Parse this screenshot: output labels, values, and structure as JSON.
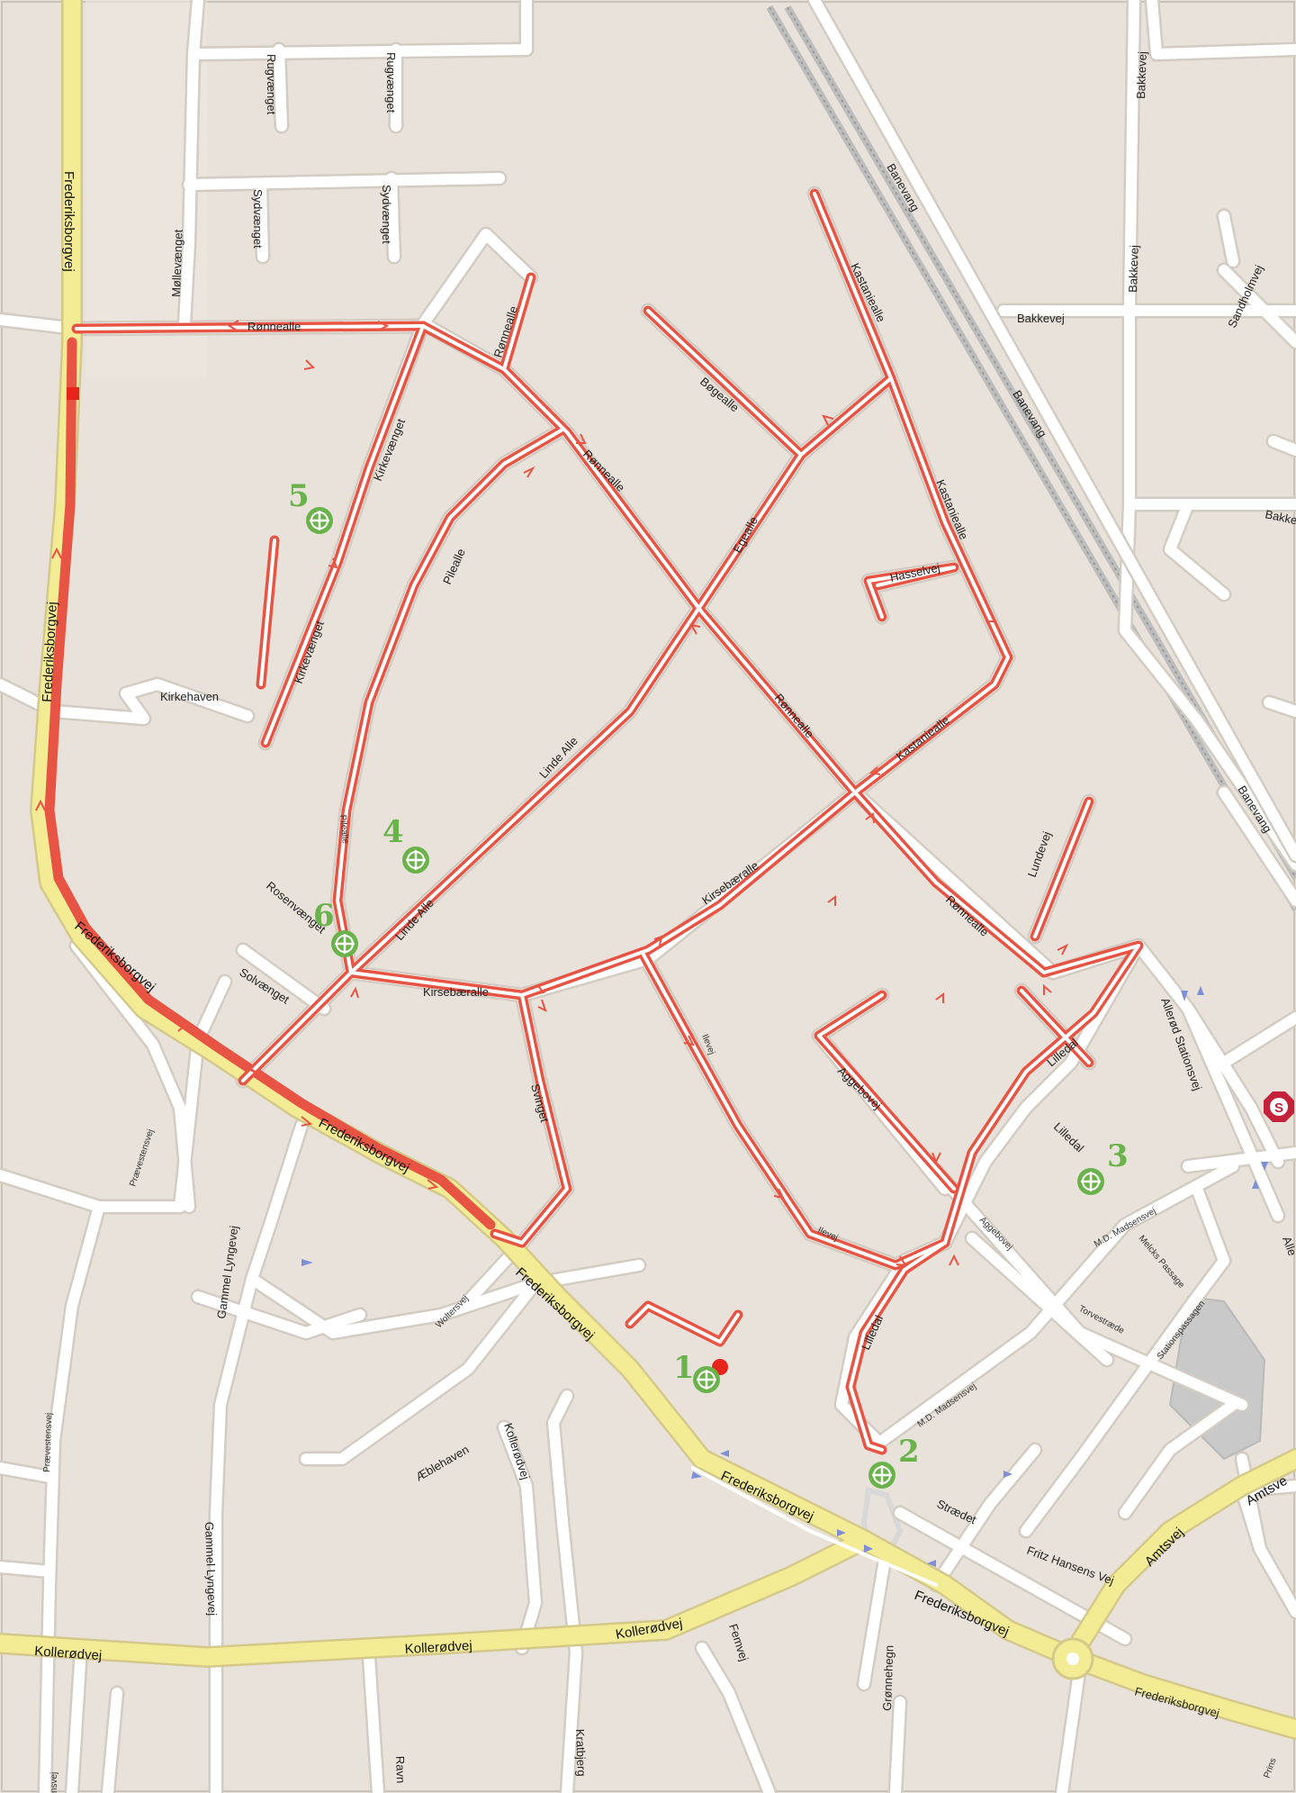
{
  "map": {
    "colors": {
      "land": "#e8e2da",
      "minor_road": "#ffffff",
      "road_casing": "#cfc8bf",
      "major_road": "#f3ec94",
      "major_casing": "#d4c98a",
      "route": "#e85443",
      "marker": "#6ab34a",
      "railway": "#b4b4b4",
      "parking": "#c8c8c8",
      "station_badge": "#c4223a"
    },
    "streets": {
      "frederiksborgvej_top": "Frederiksborgvej",
      "frederiksborgvej_left": "Frederiksborgvej",
      "frederiksborgvej_diag": "Frederiksborgvej",
      "frederiksborgvej_lower": "Frederiksborgvej",
      "frederiksborgvej_bottom": "Frederiksborgvej",
      "frederiksborgvej_far": "Frederiksborgvej",
      "frederiksborgvej_end": "Frederiksborgvej",
      "rugvaenget_1": "Rugvænget",
      "rugvaenget_2": "Rugvænget",
      "sydvaenget_1": "Sydvænget",
      "sydvaenget_2": "Sydvænget",
      "mollevaenget": "Møllevænget",
      "ronnealle_top": "Rønnealle",
      "ronnealle_short": "Rønnealle",
      "ronnealle_mid": "Rønnealle",
      "ronnealle_diag": "Rønnealle",
      "ronnealle_lower": "Rønnealle",
      "kirkevaenget_top": "Kirkevænget",
      "kirkevaenget_bottom": "Kirkevænget",
      "kirkehaven": "Kirkehaven",
      "pilealle_top": "Pilealle",
      "pilealle_bottom": "Pilealle",
      "bogealle": "Bøgealle",
      "egealle": "Egealle",
      "kastaniealle_top": "Kastaniealle",
      "kastaniealle_mid": "Kastaniealle",
      "kastaniealle_low": "Kastaniealle",
      "hasselvej": "Hasselvej",
      "linde_alle_1": "Linde Alle",
      "linde_alle_2": "Linde Alle",
      "kirsebaeralle_1": "Kirsebæralle",
      "kirsebaeralle_2": "Kirsebæralle",
      "rosenvaenget": "Rosenvænget",
      "solvaenget": "Solvænget",
      "svinget": "Svinget",
      "ilevej_1": "Ilevej",
      "ilevej_2": "Ilevej",
      "aggebovej_1": "Aggebovej",
      "aggebovej_2": "Aggebovej",
      "lundevej": "Lundevej",
      "lilledal_1": "Lilledal",
      "lilledal_2": "Lilledal",
      "lilledal_3": "Lilledal",
      "allerod_stationsvej": "Allerød Stationsvej",
      "md_madsensvej_1": "M.D. Madsensvej",
      "md_madsensvej_2": "M.D. Madsensvej",
      "melcks_passage": "Melcks Passage",
      "torvestraede": "Torvestræde",
      "stationspassagen": "Stationspassagen",
      "straedet": "Strædet",
      "fritz_hansens_vej": "Fritz Hansens Vej",
      "amtsvej_1": "Amtsvej",
      "amtsvej_2": "Amtsve",
      "kollerodvej_1": "Kollerødvej",
      "kollerodvej_2": "Kollerødvej",
      "kollerodvej_3": "Kollerødvej",
      "kollerodvej_vert": "Kollerødvej",
      "aeblehaven": "Æblehaven",
      "femvej": "Femvej",
      "gronnehegn": "Grønnehegn",
      "krathbjerg": "Kratbjerg",
      "gammel_lyngevej_1": "Gammel Lyngevej",
      "gammel_lyngevej_2": "Gammel Lyngevej",
      "praestevej_1": "Prævestensvej",
      "praestevej_2": "Prævestensvej",
      "woltersvej": "Woltersvej",
      "banevang_1": "Banevang",
      "banevang_2": "Banevang",
      "banevang_3": "Banevang",
      "bakkevej_1": "Bakkevej",
      "bakkevej_2": "Bakkevej",
      "bakkevej_3": "Bakkevej",
      "bakkevej_4": "Bakke",
      "sandholmvej": "Sandholmvej",
      "prins": "Prins",
      "alle_edge": "Alle",
      "ravn_edge": "Ravn",
      "edge_left": "nsvej"
    },
    "markers": [
      {
        "label": "1",
        "icon": "crosshair-circle-icon"
      },
      {
        "label": "2",
        "icon": "crosshair-circle-icon"
      },
      {
        "label": "3",
        "icon": "crosshair-circle-icon"
      },
      {
        "label": "4",
        "icon": "crosshair-circle-icon"
      },
      {
        "label": "5",
        "icon": "crosshair-circle-icon"
      },
      {
        "label": "6",
        "icon": "crosshair-circle-icon"
      }
    ],
    "station_badge": "S",
    "route_start": "red-square-icon",
    "route_end": "red-dot-icon"
  }
}
